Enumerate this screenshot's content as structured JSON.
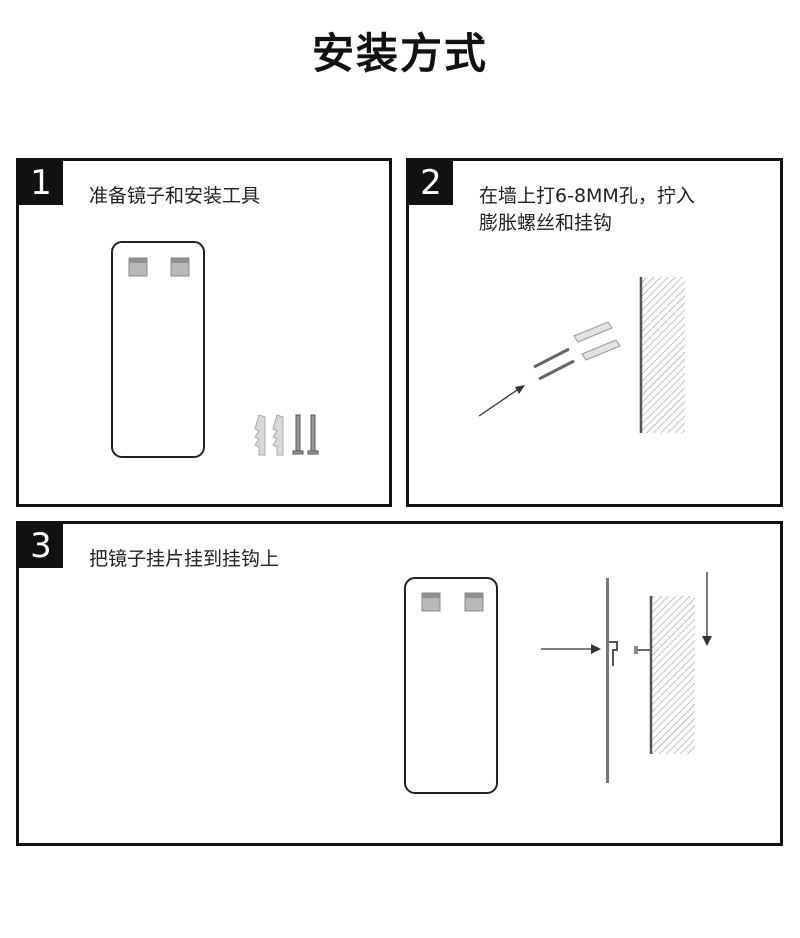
{
  "page_title": "安装方式",
  "steps": [
    {
      "number": "1",
      "text": "准备镜子和安装工具"
    },
    {
      "number": "2",
      "text": "在墙上打6-8MM孔，拧入\n膨胀螺丝和挂钩"
    },
    {
      "number": "3",
      "text": "把镜子挂片挂到挂钩上"
    }
  ]
}
